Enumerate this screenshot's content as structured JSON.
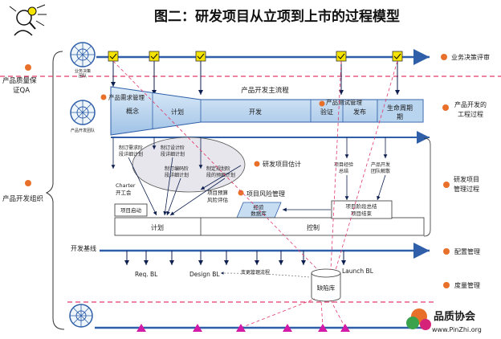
{
  "title": "图二：研发项目从立项到上市的过程模型",
  "left_labels": {
    "qa": [
      "产品质量保",
      "证QA"
    ],
    "org": "产品开发组织"
  },
  "right_labels": {
    "business_review": "业务决策评审",
    "dev_process": [
      "产品开发的",
      "工程过程"
    ],
    "project_mgmt": [
      "研发项目",
      "管理过程"
    ],
    "config_mgmt": "配置管理",
    "metrics_mgmt": "度量管理"
  },
  "wheels": {
    "top_label": [
      "业务决策",
      "团队"
    ],
    "mid_label": "产品开发团队"
  },
  "main_flow": {
    "title": "产品开发主流程",
    "demand_mgmt": "产品需求管理",
    "test_mgmt": "产品测试管理",
    "stages": [
      "概念",
      "计划",
      "开发",
      "验证",
      "发布",
      "生命周期"
    ]
  },
  "ellipse_items": {
    "item1": [
      "制订需求阶",
      "段详细计划"
    ],
    "item2": [
      "制订设计阶",
      "段详细计划"
    ],
    "item3": [
      "制订编码阶",
      "段详细计划"
    ],
    "item4": [
      "制定规划阶",
      "段的预细计划"
    ]
  },
  "project_estimate": "研发项目估计",
  "project_risk": "项目风险管理",
  "charter": [
    "Charter",
    "开工会"
  ],
  "project_start": "项目启动",
  "project_risk_eval": [
    "项目预算",
    "风险评估"
  ],
  "experience_db": [
    "经验",
    "数据库"
  ],
  "project_summary": [
    "项目阶段总结",
    "项目结束"
  ],
  "summary_small": [
    "项目经验",
    "总结"
  ],
  "team_disband": [
    "产品开发",
    "团队解散"
  ],
  "plan_label": "计划",
  "control_label": "控制",
  "baseline": {
    "label": "开发基线",
    "req": "Req. BL",
    "design": "Design BL",
    "launch": "Launch BL",
    "change": "变更管理流程",
    "defect_db": "缺陷库"
  },
  "watermark": [
    "品质协会",
    "www.PinZhi.org"
  ],
  "colors": {
    "accent_blue": "#2f5fa8",
    "light_blue": "#c7ddf2",
    "orange_dot": "#e8702a",
    "pink_dash": "#e13a6a",
    "magenta": "#d21aa6",
    "yellow": "#f5e400"
  }
}
